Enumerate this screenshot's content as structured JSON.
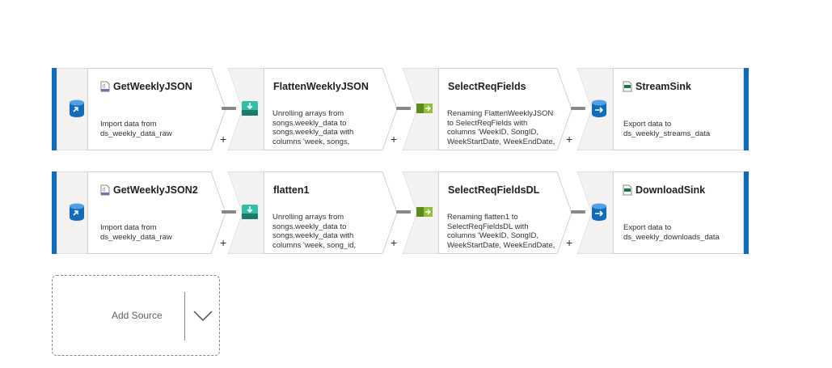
{
  "rows": [
    {
      "source": {
        "title": "GetWeeklyJSON",
        "desc": "Import data from ds_weekly_data_raw"
      },
      "flatten": {
        "title": "FlattenWeeklyJSON",
        "desc": "Unrolling arrays from songs.weekly_data to songs.weekly_data with columns 'week, songs,"
      },
      "select": {
        "title": "SelectReqFields",
        "desc": "Renaming FlattenWeeklyJSON to SelectReqFields with columns 'WeekID, SongID, WeekStartDate, WeekEndDate, WeekStreams'"
      },
      "sink": {
        "title": "StreamSink",
        "desc": "Export data to ds_weekly_streams_data"
      }
    },
    {
      "source": {
        "title": "GetWeeklyJSON2",
        "desc": "Import data from ds_weekly_data_raw"
      },
      "flatten": {
        "title": "flatten1",
        "desc": "Unrolling arrays from songs.weekly_data to songs.weekly_data with columns 'week, song_id,"
      },
      "select": {
        "title": "SelectReqFieldsDL",
        "desc": "Renaming flatten1 to SelectReqFieldsDL with columns 'WeekID, SongID, WeekStartDate, WeekEndDate, TotalWeeklyDownloads'"
      },
      "sink": {
        "title": "DownloadSink",
        "desc": "Export data to ds_weekly_downloads_data"
      }
    }
  ],
  "plus_label": "+",
  "add_source": {
    "label": "Add Source"
  },
  "icons": {
    "source": "source-database-icon",
    "flatten": "flatten-icon",
    "select": "select-icon",
    "sink": "sink-database-icon",
    "json": "json-file-icon",
    "csv": "csv-file-icon",
    "chevron": "chevron-down-icon"
  },
  "colors": {
    "accent": "#0f6cbd",
    "flatten": "#2cc0a6",
    "select": "#8fc32f",
    "connector": "#8a8886"
  }
}
